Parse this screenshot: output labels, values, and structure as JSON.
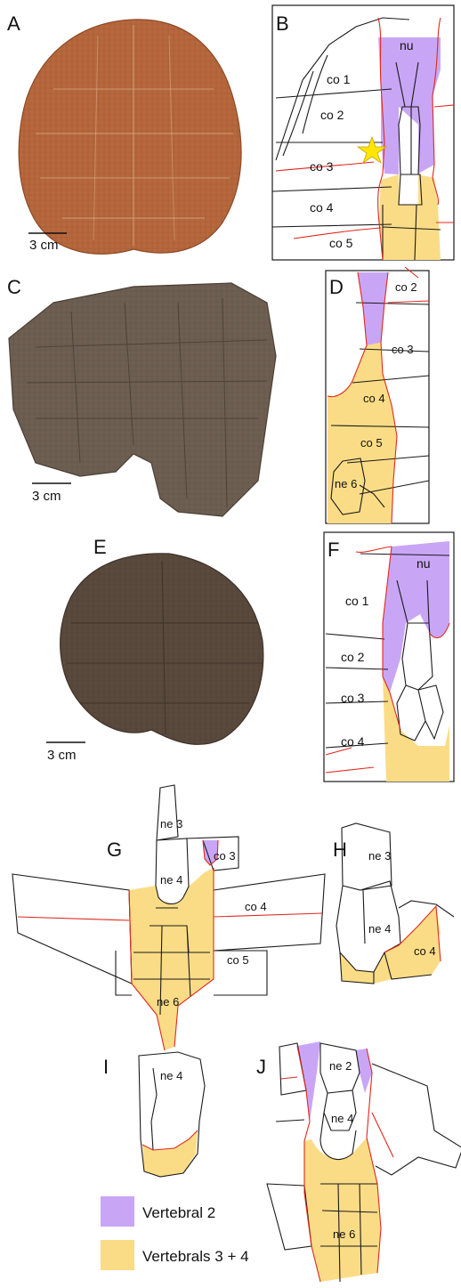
{
  "colors": {
    "vertebral_2": "#c9a6f5",
    "vertebrals_3_4": "#fbdc86",
    "suture_line": "#1a1a1a",
    "scute_sulcus": "#e0281e",
    "shell_A": "#b8683d",
    "shell_C": "#6e5f52",
    "shell_E": "#5a4a3d"
  },
  "panels": {
    "A": {
      "letter": "A",
      "scale": "3 cm"
    },
    "B": {
      "letter": "B",
      "labels": {
        "nu": "nu",
        "co1": "co 1",
        "co2": "co 2",
        "co3": "co 3",
        "co4": "co 4",
        "co5": "co 5"
      }
    },
    "C": {
      "letter": "C",
      "scale": "3 cm"
    },
    "D": {
      "letter": "D",
      "labels": {
        "co2": "co 2",
        "co3": "co 3",
        "co4": "co 4",
        "co5": "co 5",
        "ne6": "ne 6"
      }
    },
    "E": {
      "letter": "E",
      "scale": "3 cm"
    },
    "F": {
      "letter": "F",
      "labels": {
        "nu": "nu",
        "co1": "co 1",
        "co2": "co 2",
        "co3": "co 3",
        "co4": "co 4"
      }
    },
    "G": {
      "letter": "G",
      "labels": {
        "ne3": "ne 3",
        "co3": "co 3",
        "ne4": "ne 4",
        "co4": "co 4",
        "co5": "co 5",
        "ne6": "ne 6"
      }
    },
    "H": {
      "letter": "H",
      "labels": {
        "ne3": "ne 3",
        "ne4": "ne 4",
        "co4": "co 4"
      }
    },
    "I": {
      "letter": "I",
      "labels": {
        "ne4": "ne 4"
      }
    },
    "J": {
      "letter": "J",
      "labels": {
        "ne2": "ne 2",
        "ne4": "ne 4",
        "ne6": "ne 6"
      }
    }
  },
  "legend": {
    "items": [
      {
        "label": "Vertebral 2",
        "color": "#c9a6f5"
      },
      {
        "label": "Vertebrals 3 + 4",
        "color": "#fbdc86"
      }
    ]
  }
}
